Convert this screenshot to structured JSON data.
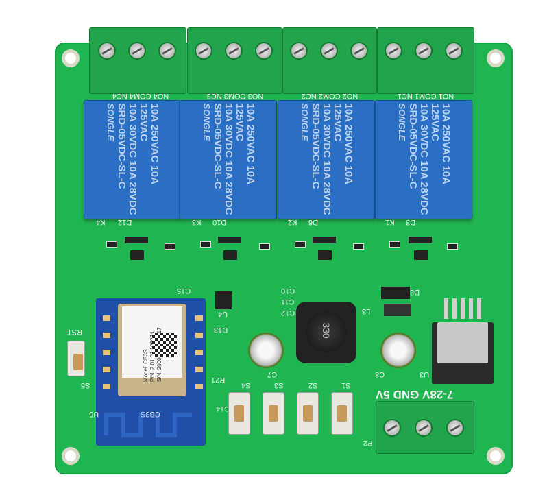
{
  "board": {
    "color": "#1fb550",
    "relay_color": "#2a6fc4",
    "terminal_color": "#22a54a"
  },
  "relay_terminals": [
    {
      "labels": "NO4 COM4 NC4"
    },
    {
      "labels": "NO3 COM3 NC3"
    },
    {
      "labels": "NO2 COM2 NC2"
    },
    {
      "labels": "NO1 COM1 NC1"
    }
  ],
  "relays": [
    {
      "id": "K4",
      "brand": "SONGLE",
      "line1": "10A 250VAC 10A 125VAC",
      "line2": "10A 30VDC 10A 28VDC",
      "model": "SRD-05VDC-SL-C"
    },
    {
      "id": "K3",
      "brand": "SONGLE",
      "line1": "10A 250VAC 10A 125VAC",
      "line2": "10A 30VDC 10A 28VDC",
      "model": "SRD-05VDC-SL-C"
    },
    {
      "id": "K2",
      "brand": "SONGLE",
      "line1": "10A 250VAC 10A 125VAC",
      "line2": "10A 30VDC 10A 28VDC",
      "model": "SRD-05VDC-SL-C"
    },
    {
      "id": "K1",
      "brand": "SONGLE",
      "line1": "10A 250VAC 10A 125VAC",
      "line2": "10A 30VDC 10A 28VDC",
      "model": "SRD-05VDC-SL-C"
    }
  ],
  "module": {
    "model": "Model: CB3S",
    "pn": "P/N: 2.01.01.106074",
    "sn": "S/N: 20000104600117",
    "pcb_label": "CB3S",
    "ref": "U5"
  },
  "power_terminal": {
    "labels": "7-28V GND 5V",
    "ref": "P2"
  },
  "inductor": {
    "marking": "330"
  },
  "buttons": [
    {
      "ref": "S4"
    },
    {
      "ref": "S3"
    },
    {
      "ref": "S2"
    },
    {
      "ref": "S1"
    }
  ],
  "reset_button": {
    "ref": "RST",
    "id": "S5"
  },
  "silkscreen": {
    "diodes": [
      "D12",
      "D10",
      "D6",
      "D3"
    ],
    "c7": "C7",
    "c8": "C8",
    "u3": "U3",
    "l3": "L3",
    "u4": "U4",
    "c14": "C14",
    "d13": "D13",
    "c10": "C10",
    "c11": "C11",
    "c12": "C12",
    "c15": "C15",
    "d8": "D8",
    "r21": "R21"
  }
}
